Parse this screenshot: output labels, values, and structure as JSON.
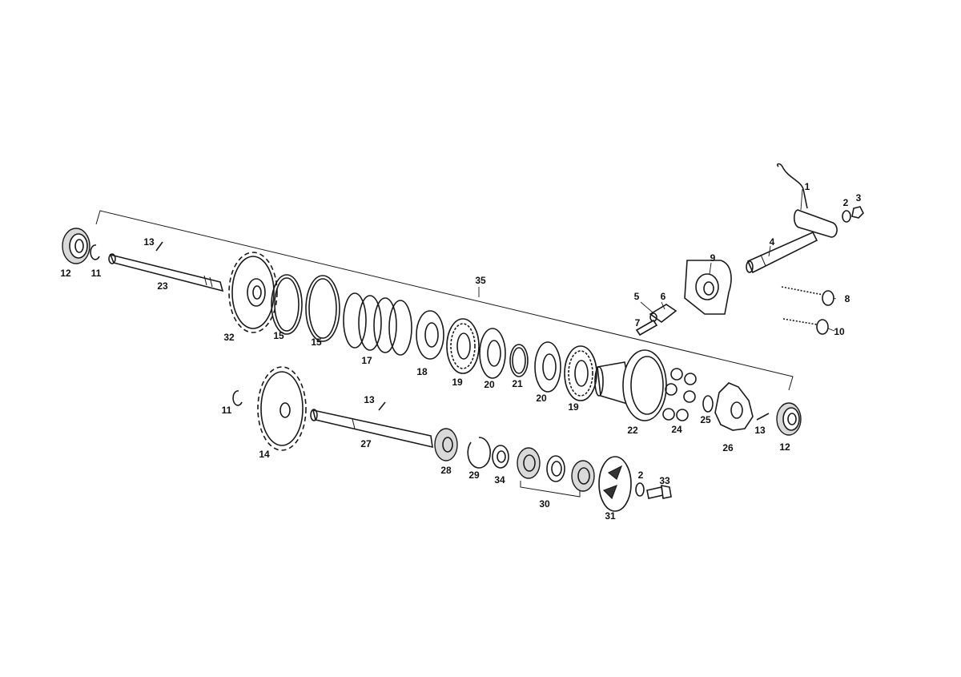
{
  "diagram": {
    "labels": {
      "p1": "1",
      "p2a": "2",
      "p3": "3",
      "p4": "4",
      "p5": "5",
      "p6": "6",
      "p7": "7",
      "p8": "8",
      "p9": "9",
      "p10": "10",
      "p11a": "11",
      "p11b": "11",
      "p12a": "12",
      "p12b": "12",
      "p13a": "13",
      "p13b": "13",
      "p13c": "13",
      "p14": "14",
      "p15a": "15",
      "p15b": "15",
      "p17": "17",
      "p18": "18",
      "p19a": "19",
      "p19b": "19",
      "p20a": "20",
      "p20b": "20",
      "p21": "21",
      "p22": "22",
      "p23": "23",
      "p24": "24",
      "p25": "25",
      "p26": "26",
      "p27": "27",
      "p28": "28",
      "p29": "29",
      "p30": "30",
      "p31": "31",
      "p2b": "2",
      "p32": "32",
      "p33": "33",
      "p34": "34",
      "p35": "35"
    }
  }
}
